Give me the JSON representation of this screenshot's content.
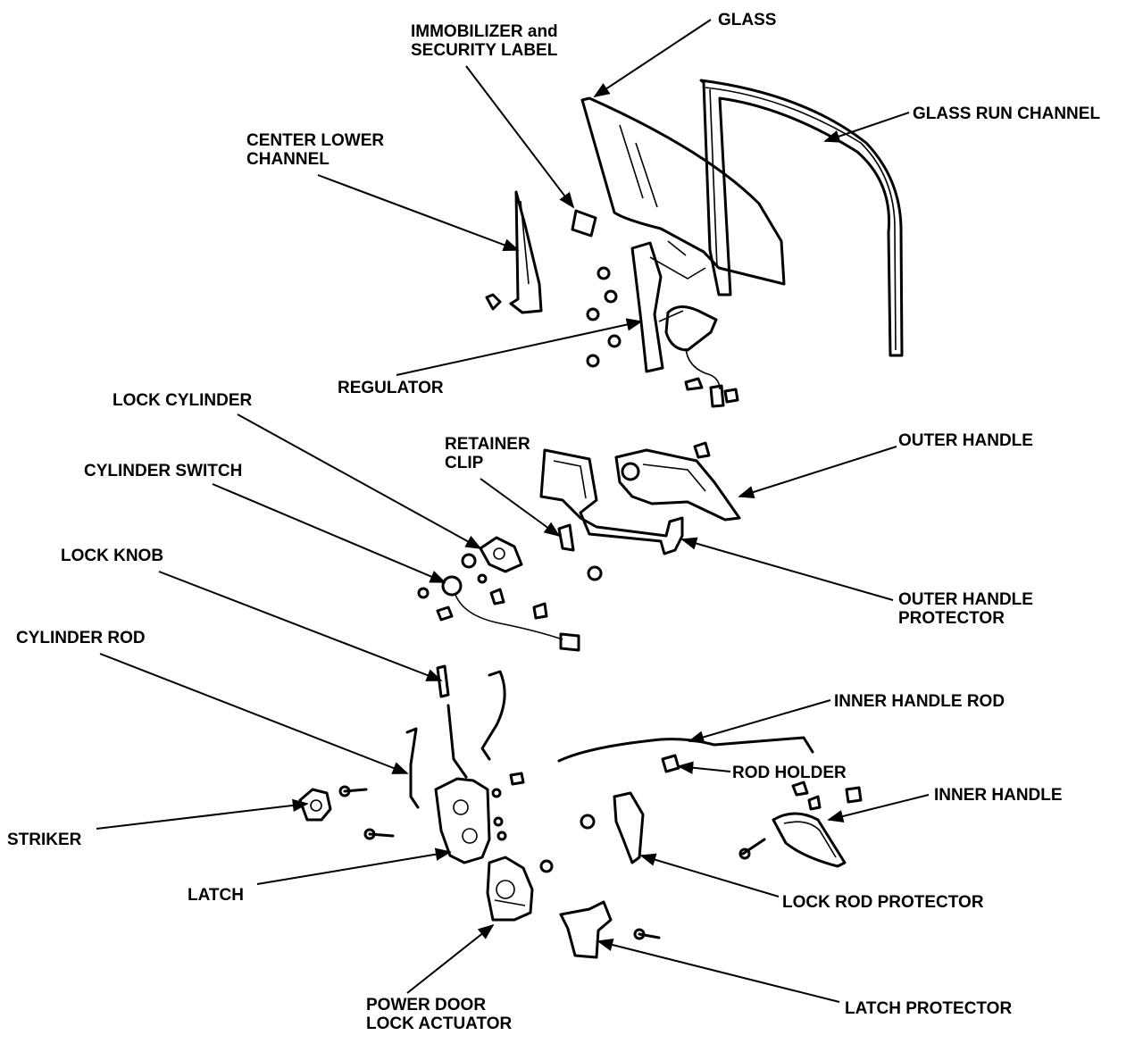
{
  "labels": {
    "immobilizer": "IMMOBILIZER  and",
    "immobilizer_2": "SECURITY LABEL",
    "glass": "GLASS",
    "glass_run_channel": "GLASS RUN CHANNEL",
    "center_lower": "CENTER LOWER",
    "center_lower_2": "CHANNEL",
    "regulator": "REGULATOR",
    "lock_cylinder": "LOCK CYLINDER",
    "retainer": "RETAINER",
    "retainer_2": "CLIP",
    "outer_handle": "OUTER HANDLE",
    "cylinder_switch": "CYLINDER SWITCH",
    "lock_knob": "LOCK KNOB",
    "outer_handle_protector": "OUTER HANDLE",
    "outer_handle_protector_2": "PROTECTOR",
    "cylinder_rod": "CYLINDER ROD",
    "inner_handle_rod": "INNER HANDLE ROD",
    "rod_holder": "ROD HOLDER",
    "inner_handle": "INNER HANDLE",
    "striker": "STRIKER",
    "latch": "LATCH",
    "lock_rod_protector": "LOCK ROD PROTECTOR",
    "power_door": "POWER DOOR",
    "power_door_2": "LOCK ACTUATOR",
    "latch_protector": "LATCH PROTECTOR"
  }
}
